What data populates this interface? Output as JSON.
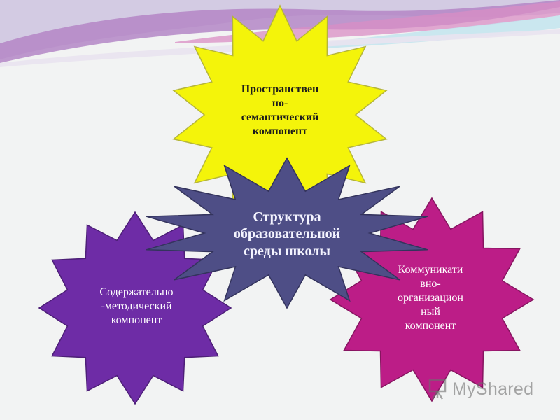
{
  "diagram": {
    "top_component": [
      "Пространствен",
      "но-",
      "семантический",
      "компонент"
    ],
    "center": [
      "Структура",
      "образовательной",
      "среды школы"
    ],
    "left_component": [
      "Содержательно",
      "-методический",
      "компонент"
    ],
    "right_component": [
      "Коммуникати",
      "вно-",
      "организацион",
      "ный",
      "компонент"
    ]
  },
  "watermark": {
    "text": "MyShared",
    "icon": "presentation-board-icon"
  },
  "colors": {
    "top_star": "#f4f40a",
    "center_star": "#4e4e86",
    "left_star": "#6e2ca6",
    "right_star": "#bc1d87",
    "background": "#f2f3f3",
    "wave_purple": "#b486c6",
    "wave_pink": "#d98ec4",
    "wave_blue": "#bfe3ee"
  }
}
